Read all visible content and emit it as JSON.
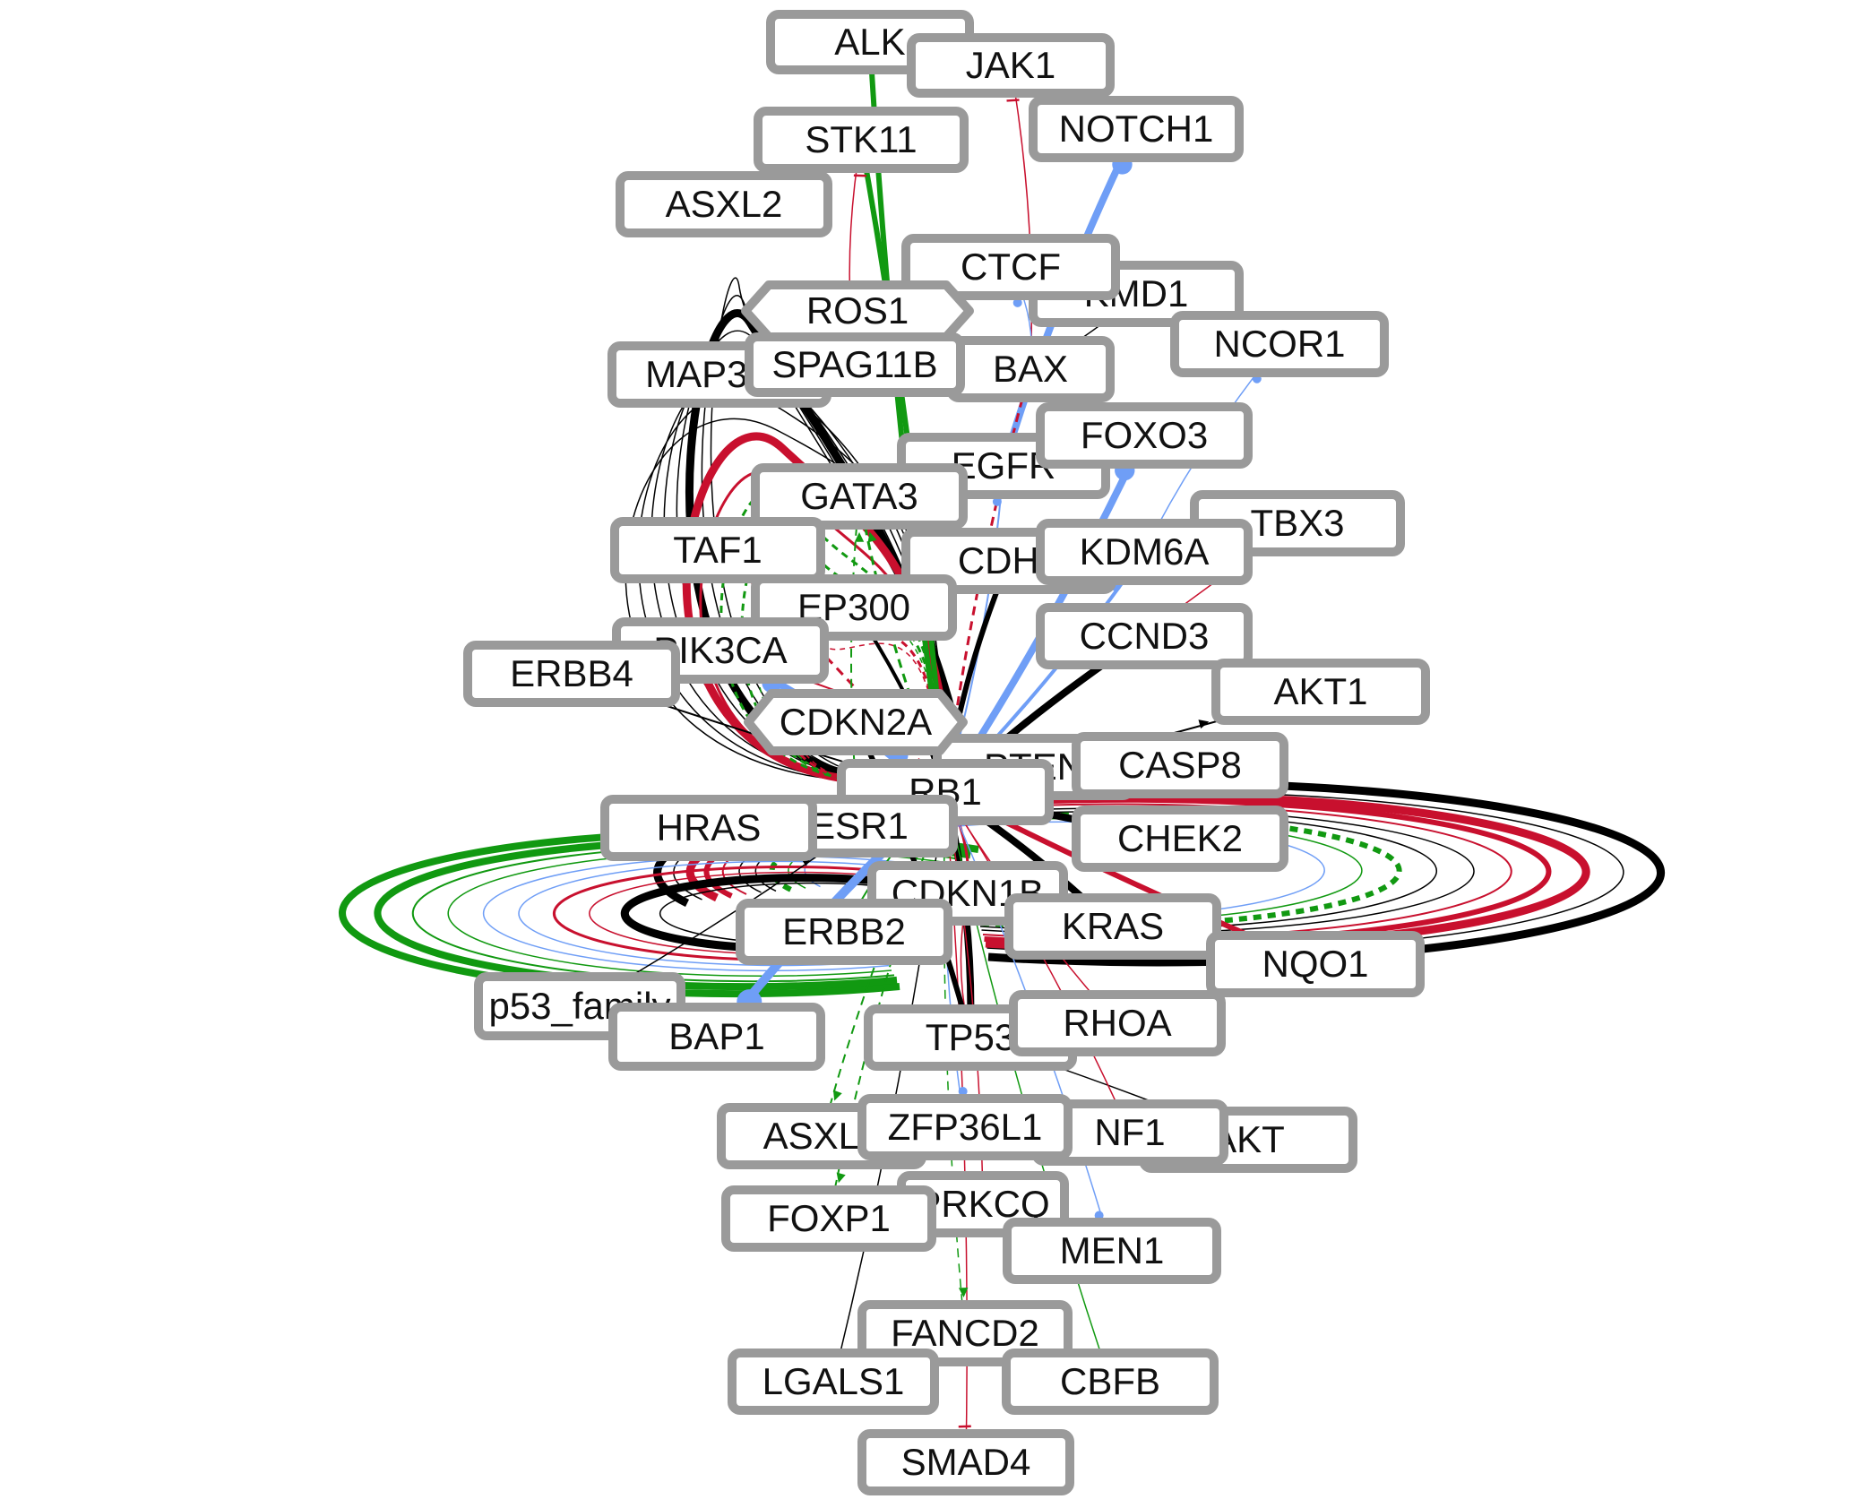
{
  "colors": {
    "node_border": "#9a9a9a",
    "node_fill": "#ffffff",
    "edge_black": "#000000",
    "edge_red": "#c8102e",
    "edge_green": "#119911",
    "edge_blue": "#6f9ef6"
  },
  "nodes": [
    {
      "id": "ALK",
      "label": "ALK",
      "shape": "rect"
    },
    {
      "id": "JAK1",
      "label": "JAK1",
      "shape": "rect"
    },
    {
      "id": "NOTCH1",
      "label": "NOTCH1",
      "shape": "rect"
    },
    {
      "id": "STK11",
      "label": "STK11",
      "shape": "rect"
    },
    {
      "id": "ASXL2",
      "label": "ASXL2",
      "shape": "rect"
    },
    {
      "id": "KMD1",
      "label": "KMD1",
      "shape": "rect"
    },
    {
      "id": "CTCF",
      "label": "CTCF",
      "shape": "rect"
    },
    {
      "id": "ROS1",
      "label": "ROS1",
      "shape": "hexagon"
    },
    {
      "id": "NCOR1",
      "label": "NCOR1",
      "shape": "rect"
    },
    {
      "id": "MAP3K1",
      "label": "MAP3K1",
      "shape": "rect"
    },
    {
      "id": "BAX",
      "label": "BAX",
      "shape": "rect"
    },
    {
      "id": "SPAG11B",
      "label": "SPAG11B",
      "shape": "rect"
    },
    {
      "id": "EGFR",
      "label": "EGFR",
      "shape": "rect"
    },
    {
      "id": "FOXO3",
      "label": "FOXO3",
      "shape": "rect"
    },
    {
      "id": "GATA3",
      "label": "GATA3",
      "shape": "rect"
    },
    {
      "id": "TBX3",
      "label": "TBX3",
      "shape": "rect"
    },
    {
      "id": "TAF1",
      "label": "TAF1",
      "shape": "rect"
    },
    {
      "id": "CDH1",
      "label": "CDH1",
      "shape": "rect"
    },
    {
      "id": "KDM6A",
      "label": "KDM6A",
      "shape": "rect"
    },
    {
      "id": "EP300",
      "label": "EP300",
      "shape": "rect"
    },
    {
      "id": "CCND3",
      "label": "CCND3",
      "shape": "rect"
    },
    {
      "id": "PIK3CA",
      "label": "PIK3CA",
      "shape": "rect"
    },
    {
      "id": "ERBB4",
      "label": "ERBB4",
      "shape": "rect"
    },
    {
      "id": "AKT1",
      "label": "AKT1",
      "shape": "rect"
    },
    {
      "id": "PTEN",
      "label": "PTEN",
      "shape": "rect"
    },
    {
      "id": "CDKN2A",
      "label": "CDKN2A",
      "shape": "hexagon"
    },
    {
      "id": "CASP8",
      "label": "CASP8",
      "shape": "rect"
    },
    {
      "id": "RB1",
      "label": "RB1",
      "shape": "rect"
    },
    {
      "id": "ESR1",
      "label": "ESR1",
      "shape": "rect"
    },
    {
      "id": "HRAS",
      "label": "HRAS",
      "shape": "rect"
    },
    {
      "id": "CHEK2",
      "label": "CHEK2",
      "shape": "rect"
    },
    {
      "id": "CDKN1B",
      "label": "CDKN1B",
      "shape": "rect"
    },
    {
      "id": "ERBB2",
      "label": "ERBB2",
      "shape": "rect"
    },
    {
      "id": "KRAS",
      "label": "KRAS",
      "shape": "rect"
    },
    {
      "id": "NQO1",
      "label": "NQO1",
      "shape": "rect"
    },
    {
      "id": "p53_family",
      "label": "p53_family",
      "shape": "rect"
    },
    {
      "id": "BAP1",
      "label": "BAP1",
      "shape": "rect"
    },
    {
      "id": "TP53",
      "label": "TP53",
      "shape": "rect"
    },
    {
      "id": "RHOA",
      "label": "RHOA",
      "shape": "rect"
    },
    {
      "id": "AKT",
      "label": "AKT",
      "shape": "rect"
    },
    {
      "id": "ASXL1",
      "label": "ASXL1",
      "shape": "rect"
    },
    {
      "id": "NF1",
      "label": "NF1",
      "shape": "rect"
    },
    {
      "id": "ZFP36L1",
      "label": "ZFP36L1",
      "shape": "rect"
    },
    {
      "id": "PRKCQ",
      "label": "PRKCQ",
      "shape": "rect"
    },
    {
      "id": "FOXP1",
      "label": "FOXP1",
      "shape": "rect"
    },
    {
      "id": "MEN1",
      "label": "MEN1",
      "shape": "rect"
    },
    {
      "id": "FANCD2",
      "label": "FANCD2",
      "shape": "rect"
    },
    {
      "id": "LGALS1",
      "label": "LGALS1",
      "shape": "rect"
    },
    {
      "id": "CBFB",
      "label": "CBFB",
      "shape": "rect"
    },
    {
      "id": "SMAD4",
      "label": "SMAD4",
      "shape": "rect"
    }
  ],
  "edges": [
    {
      "source": "ALK",
      "target": "RB1",
      "color": "green",
      "width": 6,
      "style": "solid",
      "end": "none"
    },
    {
      "source": "JAK1",
      "target": "BAX",
      "color": "red",
      "width": 1.5,
      "style": "solid",
      "end": "bar"
    },
    {
      "source": "NOTCH1",
      "target": "EGFR",
      "color": "blue",
      "width": 8,
      "style": "solid",
      "end": "circle"
    },
    {
      "source": "STK11",
      "target": "RB1",
      "color": "green",
      "width": 6,
      "style": "solid",
      "end": "none"
    },
    {
      "source": "STK11",
      "target": "SPAG11B",
      "color": "red",
      "width": 1.5,
      "style": "solid",
      "end": "bar"
    },
    {
      "source": "CTCF",
      "target": "BAX",
      "color": "blue",
      "width": 1.5,
      "style": "solid",
      "end": "circle"
    },
    {
      "source": "ROS1",
      "target": "CTCF",
      "color": "green",
      "width": 2,
      "style": "dashed",
      "end": "arrow"
    },
    {
      "source": "KMD1",
      "target": "BAX",
      "color": "black",
      "width": 1.5,
      "style": "solid",
      "end": "none"
    },
    {
      "source": "NCOR1",
      "target": "KDM6A",
      "color": "blue",
      "width": 1.5,
      "style": "solid",
      "end": "circle"
    },
    {
      "source": "FOXO3",
      "target": "RB1",
      "color": "blue",
      "width": 8,
      "style": "solid",
      "end": "circle"
    },
    {
      "source": "BAX",
      "target": "RB1",
      "color": "red",
      "width": 3,
      "style": "dashed",
      "end": "none"
    },
    {
      "source": "EGFR",
      "target": "RB1",
      "color": "blue",
      "width": 2,
      "style": "solid",
      "end": "circle"
    },
    {
      "source": "GATA3",
      "target": "RB1",
      "color": "green",
      "width": 3,
      "style": "dashed",
      "end": "arrow"
    },
    {
      "source": "TAF1",
      "target": "RB1",
      "color": "red",
      "width": 3,
      "style": "dashed",
      "end": "none"
    },
    {
      "source": "CDH1",
      "target": "RB1",
      "color": "black",
      "width": 6,
      "style": "solid",
      "end": "none"
    },
    {
      "source": "KDM6A",
      "target": "RB1",
      "color": "blue",
      "width": 4,
      "style": "solid",
      "end": "circle"
    },
    {
      "source": "TBX3",
      "target": "RB1",
      "color": "red",
      "width": 1.5,
      "style": "solid",
      "end": "none"
    },
    {
      "source": "EP300",
      "target": "RB1",
      "color": "black",
      "width": 4,
      "style": "solid",
      "end": "none"
    },
    {
      "source": "CCND3",
      "target": "RB1",
      "color": "black",
      "width": 8,
      "style": "solid",
      "end": "none"
    },
    {
      "source": "PIK3CA",
      "target": "RB1",
      "color": "blue",
      "width": 8,
      "style": "solid",
      "end": "circle"
    },
    {
      "source": "ERBB4",
      "target": "RB1",
      "color": "black",
      "width": 2,
      "style": "solid",
      "end": "none"
    },
    {
      "source": "AKT1",
      "target": "RB1",
      "color": "black",
      "width": 2,
      "style": "solid",
      "end": "arrow"
    },
    {
      "source": "CDKN2A",
      "target": "RB1",
      "color": "blue",
      "width": 8,
      "style": "solid",
      "end": "circle"
    },
    {
      "source": "CASP8",
      "target": "RB1",
      "color": "red",
      "width": 3,
      "style": "solid",
      "end": "none"
    },
    {
      "source": "RB1",
      "target": "ESR1",
      "color": "black",
      "width": 6,
      "style": "solid",
      "end": "none"
    },
    {
      "source": "HRAS",
      "target": "RB1",
      "color": "black",
      "width": 2,
      "style": "solid",
      "end": "none"
    },
    {
      "source": "CHEK2",
      "target": "RB1",
      "color": "black",
      "width": 8,
      "style": "solid",
      "end": "none"
    },
    {
      "source": "RB1",
      "target": "CDKN1B",
      "color": "red",
      "width": 3,
      "style": "solid",
      "end": "none"
    },
    {
      "source": "ERBB2",
      "target": "RB1",
      "color": "green",
      "width": 2,
      "style": "solid",
      "end": "arrow"
    },
    {
      "source": "KRAS",
      "target": "RB1",
      "color": "black",
      "width": 8,
      "style": "solid",
      "end": "none"
    },
    {
      "source": "NQO1",
      "target": "RB1",
      "color": "red",
      "width": 6,
      "style": "solid",
      "end": "none"
    },
    {
      "source": "ESR1",
      "target": "p53_family",
      "color": "black",
      "width": 1.5,
      "style": "solid",
      "end": "arrow"
    },
    {
      "source": "BAP1",
      "target": "RB1",
      "color": "blue",
      "width": 10,
      "style": "solid",
      "end": "circle"
    },
    {
      "source": "TP53",
      "target": "RB1",
      "color": "black",
      "width": 8,
      "style": "solid",
      "end": "none"
    },
    {
      "source": "RHOA",
      "target": "RB1",
      "color": "red",
      "width": 1.5,
      "style": "solid",
      "end": "none"
    },
    {
      "source": "AKT",
      "target": "TP53",
      "color": "black",
      "width": 1.5,
      "style": "solid",
      "end": "none"
    },
    {
      "source": "ASXL1",
      "target": "RB1",
      "color": "green",
      "width": 2,
      "style": "dashed",
      "end": "arrow"
    },
    {
      "source": "NF1",
      "target": "RB1",
      "color": "red",
      "width": 1.5,
      "style": "solid",
      "end": "none"
    },
    {
      "source": "ZFP36L1",
      "target": "RB1",
      "color": "blue",
      "width": 1.5,
      "style": "solid",
      "end": "circle"
    },
    {
      "source": "PRKCQ",
      "target": "RB1",
      "color": "red",
      "width": 1.5,
      "style": "solid",
      "end": "none"
    },
    {
      "source": "FOXP1",
      "target": "RB1",
      "color": "green",
      "width": 2,
      "style": "dashed",
      "end": "arrow"
    },
    {
      "source": "MEN1",
      "target": "RB1",
      "color": "blue",
      "width": 1.5,
      "style": "solid",
      "end": "circle"
    },
    {
      "source": "FANCD2",
      "target": "RB1",
      "color": "green",
      "width": 1.5,
      "style": "dashed",
      "end": "arrow"
    },
    {
      "source": "LGALS1",
      "target": "RB1",
      "color": "black",
      "width": 1.5,
      "style": "solid",
      "end": "none"
    },
    {
      "source": "CBFB",
      "target": "RB1",
      "color": "green",
      "width": 1.5,
      "style": "solid",
      "end": "none"
    },
    {
      "source": "SMAD4",
      "target": "RB1",
      "color": "red",
      "width": 1.5,
      "style": "solid",
      "end": "bar"
    },
    {
      "source": "TP53",
      "target": "CDKN1B",
      "color": "red",
      "width": 1.5,
      "style": "solid",
      "end": "none"
    },
    {
      "source": "CDKN2A",
      "target": "TP53",
      "color": "black",
      "width": 6,
      "style": "solid",
      "end": "none"
    },
    {
      "source": "GATA3",
      "target": "ESR1",
      "color": "green",
      "width": 2,
      "style": "dashed",
      "end": "arrow"
    },
    {
      "source": "PTEN",
      "target": "PIK3CA",
      "color": "red",
      "width": 2,
      "style": "solid",
      "end": "bar"
    }
  ]
}
